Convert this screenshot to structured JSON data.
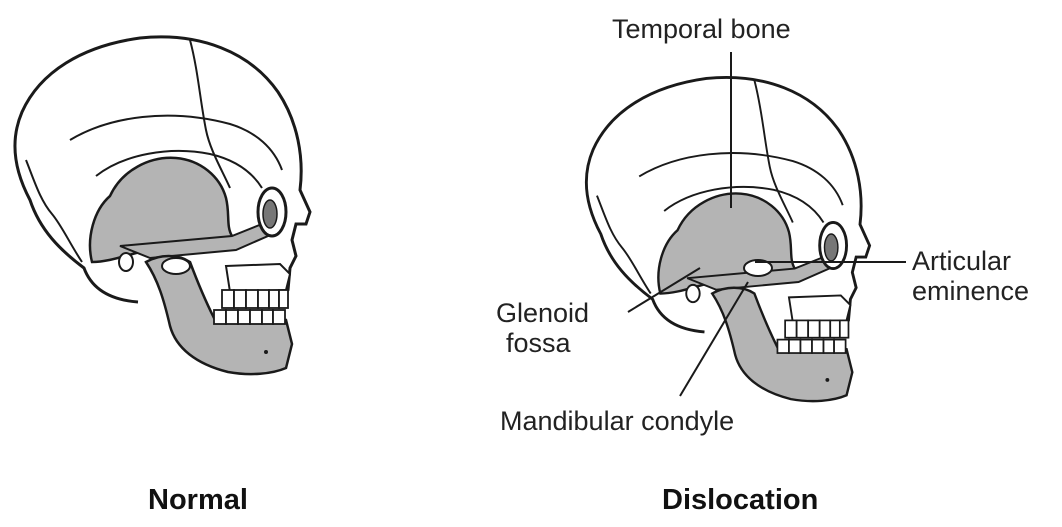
{
  "figure": {
    "panels": [
      {
        "caption": "Normal"
      },
      {
        "caption": "Dislocation"
      }
    ],
    "labels": {
      "temporal_bone": "Temporal bone",
      "articular_eminence": [
        "Articular",
        "eminence"
      ],
      "glenoid_fossa": [
        "Glenoid",
        "fossa"
      ],
      "mandibular_condyle": "Mandibular condyle"
    },
    "colors": {
      "bone_outline": "#1a1a1a",
      "skull_fill": "#ffffff",
      "highlight_fill": "#b4b4b4",
      "background": "#ffffff"
    }
  }
}
